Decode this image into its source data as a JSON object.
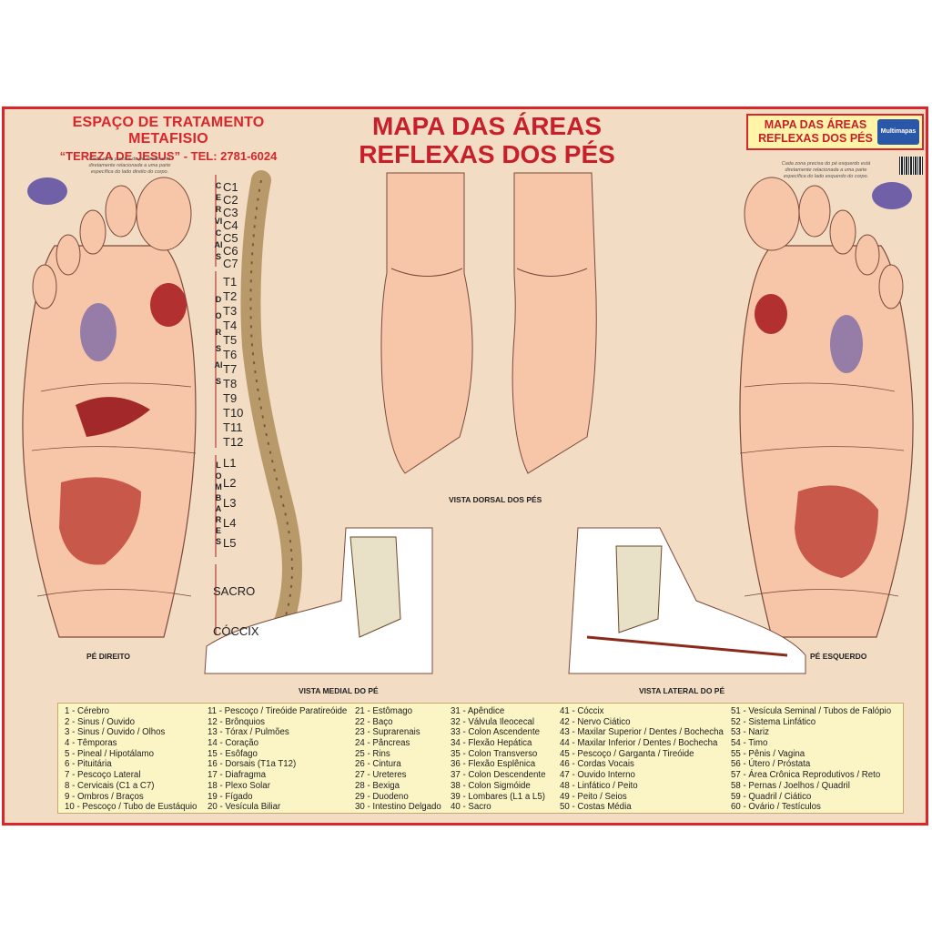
{
  "header": {
    "clinic_name": "ESPAÇO DE TRATAMENTO METAFISIO",
    "clinic_contact": "“TEREZA DE JESUS” - TEL: 2781-6024",
    "title_line1": "MAPA DAS ÁREAS",
    "title_line2": "REFLEXAS DOS PÉS",
    "badge_line1": "MAPA DAS ÁREAS",
    "badge_line2": "REFLEXAS DOS PÉS",
    "brand": "Multimapas"
  },
  "notes": {
    "right_foot": "Cada zona precisa do pé direito está diretamente relacionada a uma parte específica do lado direito do corpo.",
    "left_foot": "Cada zona precisa do pé esquerdo está diretamente relacionada a uma parte específica do lado esquerdo do corpo."
  },
  "spine": {
    "cervical_label": "CERVICAIS",
    "dorsal_label": "DORSAIS",
    "lumbar_label": "LOMBARES",
    "segments": [
      "C1",
      "C2",
      "C3",
      "C4",
      "C5",
      "C6",
      "C7",
      "T1",
      "T2",
      "T3",
      "T4",
      "T5",
      "T6",
      "T7",
      "T8",
      "T9",
      "T10",
      "T11",
      "T12",
      "L1",
      "L2",
      "L3",
      "L4",
      "L5"
    ],
    "sacro": "SACRO",
    "coccix": "CÓCCIX"
  },
  "captions": {
    "right_foot": "PÉ DIREITO",
    "left_foot": "PÉ ESQUERDO",
    "dorsal_view": "VISTA DORSAL DOS PÉS",
    "medial_view": "VISTA MEDIAL DO PÉ",
    "lateral_view": "VISTA LATERAL DO PÉ"
  },
  "legend": {
    "col1": [
      "1 - Cérebro",
      "2 - Sinus / Ouvido",
      "3 - Sinus / Ouvido / Olhos",
      "4 - Têmporas",
      "5 - Pineal / Hipotálamo",
      "6 - Pituitária",
      "7 - Pescoço Lateral",
      "8 - Cervicais (C1 a C7)",
      "9 - Ombros / Braços",
      "10 - Pescoço / Tubo de Eustáquio"
    ],
    "col2": [
      "11 - Pescoço / Tireóide Paratireóide",
      "12 - Brônquios",
      "13 - Tórax / Pulmões",
      "14 - Coração",
      "15 - Esôfago",
      "16 - Dorsais (T1a T12)",
      "17 - Diafragma",
      "18 - Plexo Solar",
      "19 - Fígado",
      "20 - Vesícula Biliar"
    ],
    "col3": [
      "21 - Estômago",
      "22 - Baço",
      "23 - Suprarenais",
      "24 - Pâncreas",
      "25 - Rins",
      "26 - Cintura",
      "27 - Ureteres",
      "28 - Bexiga",
      "29 - Duodeno",
      "30 - Intestino Delgado"
    ],
    "col4": [
      "31 - Apêndice",
      "32 - Válvula Ileocecal",
      "33 - Colon Ascendente",
      "34 - Flexão Hepática",
      "35 - Colon Transverso",
      "36 - Flexão Esplênica",
      "37 - Colon Descendente",
      "38 - Colon Sigmóide",
      "39 - Lombares (L1 a L5)",
      "40 - Sacro"
    ],
    "col5": [
      "41 - Cóccix",
      "42 - Nervo Ciático",
      "43 - Maxilar Superior / Dentes / Bochecha",
      "44 - Maxilar Inferior / Dentes / Bochecha",
      "45 - Pescoço / Garganta / Tireóide",
      "46 - Cordas Vocais",
      "47 - Ouvido Interno",
      "48 - Linfático / Peito",
      "49 - Peito / Seios",
      "50 - Costas Média"
    ],
    "col6": [
      "51 - Vesícula Seminal / Tubos de Falópio",
      "52 - Sistema Linfático",
      "53 - Nariz",
      "54 - Timo",
      "55 - Pênis / Vagina",
      "56 - Útero / Próstata",
      "57 - Área Crônica Reprodutivos / Reto",
      "58 - Pernas / Joelhos / Quadril",
      "59 - Quadril / Ciático",
      "60 - Ovário / Testículos"
    ]
  },
  "colors": {
    "accent": "#d8262a",
    "poster_bg": "#f2dcc4",
    "legend_bg": "#fbf4c4"
  }
}
